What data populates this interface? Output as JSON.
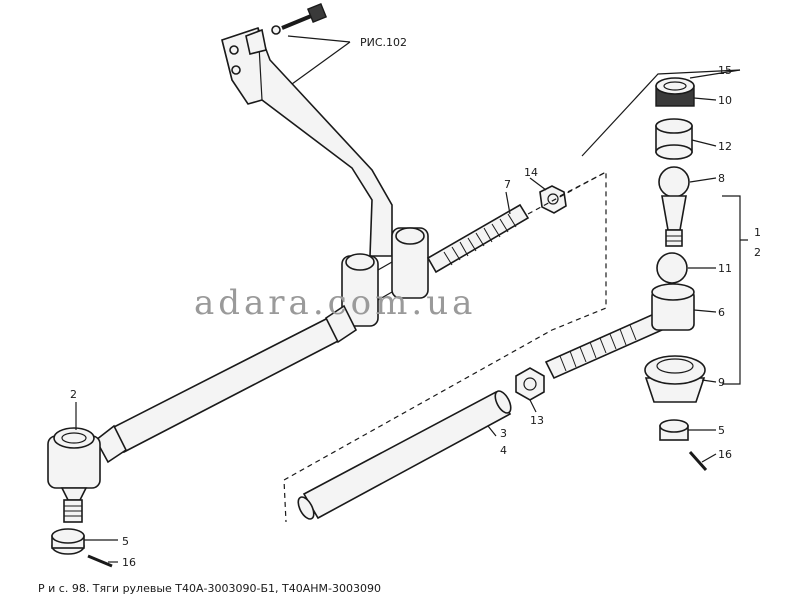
{
  "figure": {
    "reference_label": "РИС.102",
    "watermark": "adara.com.ua",
    "caption": "Р и с. 98. Тяги рулевые Т40А-3003090-Б1, Т40АНМ-3003090"
  },
  "callouts": [
    {
      "id": "c1",
      "label": "1"
    },
    {
      "id": "c2",
      "label": "2"
    },
    {
      "id": "c2b",
      "label": "2"
    },
    {
      "id": "c3",
      "label": "3"
    },
    {
      "id": "c4",
      "label": "4"
    },
    {
      "id": "c5a",
      "label": "5"
    },
    {
      "id": "c5b",
      "label": "5"
    },
    {
      "id": "c6",
      "label": "6"
    },
    {
      "id": "c7",
      "label": "7"
    },
    {
      "id": "c8",
      "label": "8"
    },
    {
      "id": "c9",
      "label": "9"
    },
    {
      "id": "c10",
      "label": "10"
    },
    {
      "id": "c11",
      "label": "11"
    },
    {
      "id": "c12",
      "label": "12"
    },
    {
      "id": "c13",
      "label": "13"
    },
    {
      "id": "c14",
      "label": "14"
    },
    {
      "id": "c15",
      "label": "15"
    },
    {
      "id": "c16a",
      "label": "16"
    },
    {
      "id": "c16b",
      "label": "16"
    }
  ]
}
